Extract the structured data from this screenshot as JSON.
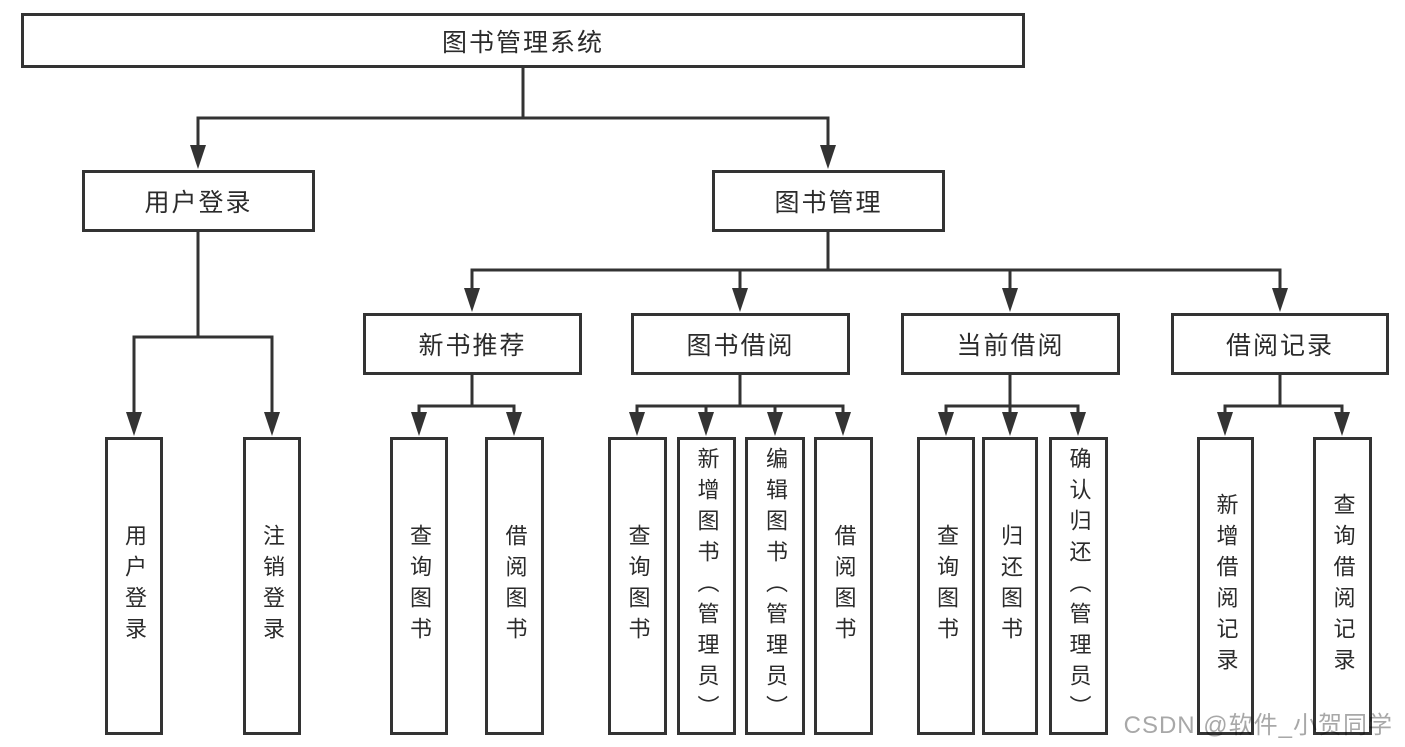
{
  "diagram": {
    "root": {
      "label": "图书管理系统"
    },
    "branches": [
      {
        "label": "用户登录",
        "leaves": [
          {
            "label": "用户登录"
          },
          {
            "label": "注销登录"
          }
        ]
      },
      {
        "label": "图书管理",
        "groups": [
          {
            "label": "新书推荐",
            "leaves": [
              {
                "label": "查询图书"
              },
              {
                "label": "借阅图书"
              }
            ]
          },
          {
            "label": "图书借阅",
            "leaves": [
              {
                "label": "查询图书"
              },
              {
                "label": "新增图书（管理员）"
              },
              {
                "label": "编辑图书（管理员）"
              },
              {
                "label": "借阅图书"
              }
            ]
          },
          {
            "label": "当前借阅",
            "leaves": [
              {
                "label": "查询图书"
              },
              {
                "label": "归还图书"
              },
              {
                "label": "确认归还（管理员）"
              }
            ]
          },
          {
            "label": "借阅记录",
            "leaves": [
              {
                "label": "新增借阅记录"
              },
              {
                "label": "查询借阅记录"
              }
            ]
          }
        ]
      }
    ]
  },
  "watermark": {
    "text": "CSDN @软件_小贺同学"
  },
  "colors": {
    "line": "#333333",
    "text": "#2b2b2b",
    "watermark": "#a8a8a8",
    "background": "#ffffff"
  }
}
